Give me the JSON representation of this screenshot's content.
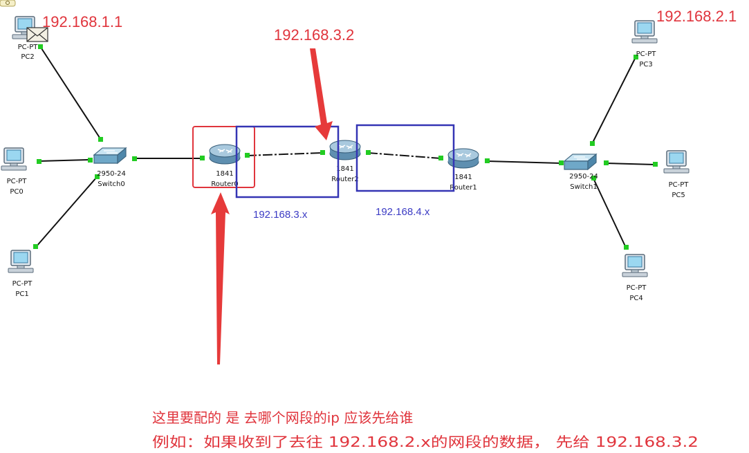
{
  "annotations": {
    "ip_pc2": "192.168.1.1",
    "ip_router2": "192.168.3.2",
    "ip_pc3": "192.168.2.1",
    "net_left": "192.168.3.x",
    "net_right": "192.168.4.x",
    "note_line1": "这里要配的 是 去哪个网段的ip 应该先给谁",
    "note_line2": "例如：如果收到了去往 192.168.2.x的网段的数据， 先给 192.168.3.2"
  },
  "devices": {
    "pc2": {
      "type": "PC-PT",
      "name": "PC2"
    },
    "pc0": {
      "type": "PC-PT",
      "name": "PC0"
    },
    "pc1": {
      "type": "PC-PT",
      "name": "PC1"
    },
    "pc3": {
      "type": "PC-PT",
      "name": "PC3"
    },
    "pc5": {
      "type": "PC-PT",
      "name": "PC5"
    },
    "pc4": {
      "type": "PC-PT",
      "name": "PC4"
    },
    "switch0": {
      "type": "2950-24",
      "name": "Switch0"
    },
    "switch1": {
      "type": "2950-24",
      "name": "Switch1"
    },
    "router0": {
      "type": "1841",
      "name": "Router0"
    },
    "router2": {
      "type": "1841",
      "name": "Router2"
    },
    "router1": {
      "type": "1841",
      "name": "Router1"
    }
  },
  "colors": {
    "link": "#111111",
    "port": "#22cc22",
    "red_annotation": "#e0343c",
    "blue_box": "#3434b4",
    "red_box": "#e0343c"
  },
  "icons": {
    "toolbar": "lock-icon",
    "pdu": "envelope-icon"
  }
}
